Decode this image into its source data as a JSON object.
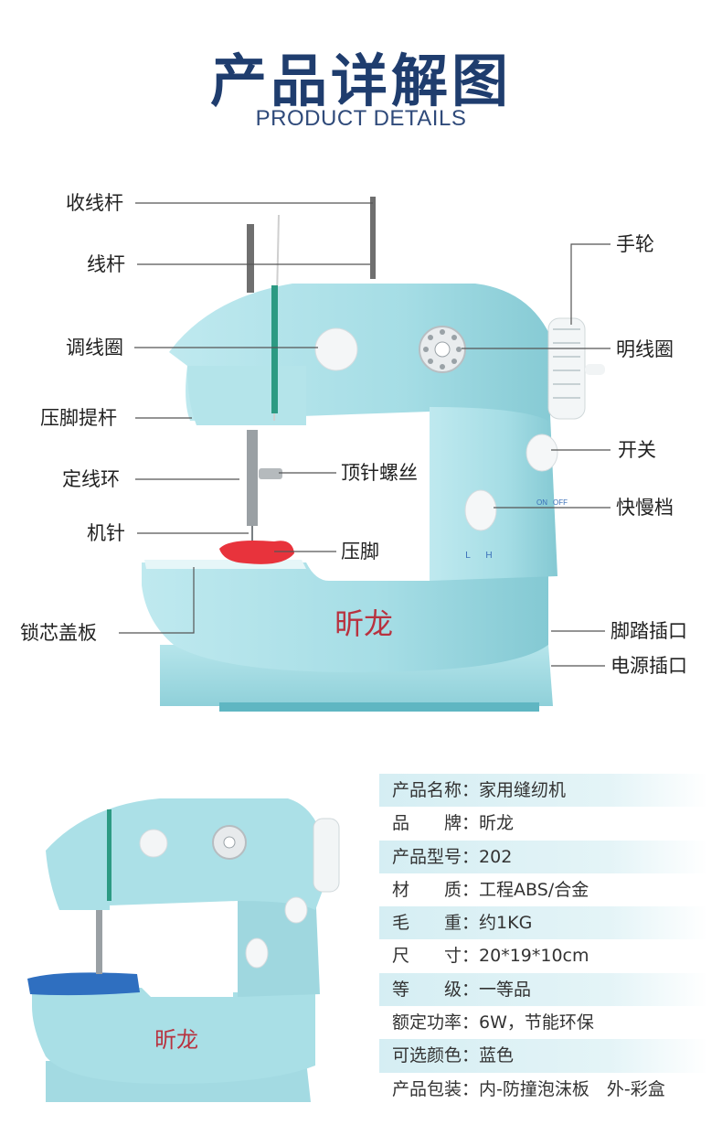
{
  "header": {
    "title": "产品详解图",
    "subtitle": "PRODUCT DETAILS"
  },
  "machine": {
    "brand": "昕龙",
    "switch_labels": [
      "ON",
      "OFF"
    ],
    "speed_labels": [
      "L",
      "H"
    ]
  },
  "callouts": {
    "left": [
      "收线杆",
      "线杆",
      "调线圈",
      "压脚提杆",
      "定线环",
      "机针",
      "锁芯盖板"
    ],
    "right": [
      "手轮",
      "明线圈",
      "开关",
      "快慢档",
      "脚踏插口",
      "电源插口"
    ],
    "middle": [
      "顶针螺丝",
      "压脚"
    ]
  },
  "specs": [
    {
      "label": "产品名称",
      "value": "家用缝纫机"
    },
    {
      "label": "品　　牌",
      "value": "昕龙"
    },
    {
      "label": "产品型号",
      "value": "202"
    },
    {
      "label": "材　　质",
      "value": "工程ABS/合金"
    },
    {
      "label": "毛　　重",
      "value": "约1KG"
    },
    {
      "label": "尺　　寸",
      "value": "20*19*10cm"
    },
    {
      "label": "等　　级",
      "value": "一等品"
    },
    {
      "label": "额定功率",
      "value": "6W，节能环保"
    },
    {
      "label": "可选颜色",
      "value": "蓝色"
    },
    {
      "label": "产品包装",
      "value": "内-防撞泡沫板　外-彩盒"
    }
  ],
  "colors": {
    "title": "#1f3d6e",
    "machine_body": "#a8dfe6",
    "machine_shade": "#7fc6cf",
    "foot_red": "#e8333c",
    "fabric_blue": "#2f6fc0",
    "brand_red": "#b8323f",
    "spec_shade": "#d5eef3"
  }
}
